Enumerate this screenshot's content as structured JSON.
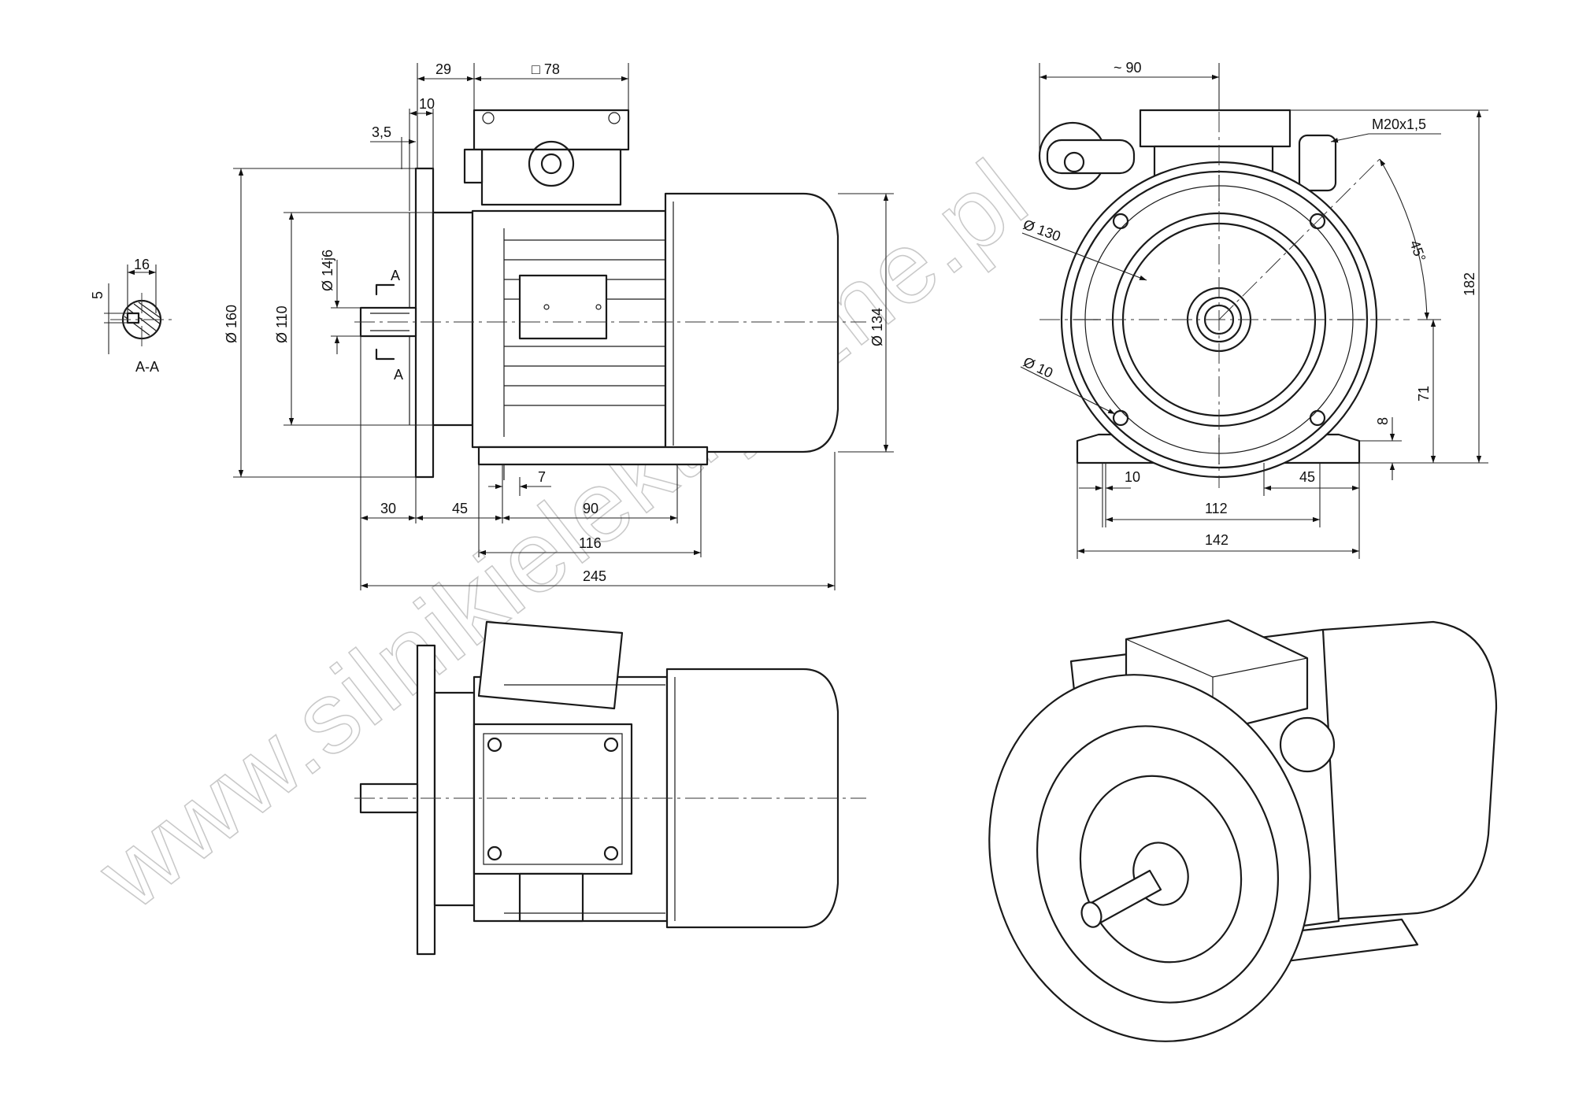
{
  "watermark": "www.silnikielektryczne.pl",
  "section": {
    "label": "A-A",
    "key_width": "16",
    "key_depth": "5",
    "cut_mark": "A"
  },
  "side_view": {
    "dims_top": [
      "29",
      "□ 78",
      "10",
      "3,5"
    ],
    "dims_left": [
      "Ø 160",
      "Ø 110",
      "Ø 14j6"
    ],
    "dims_right": [
      "Ø 134"
    ],
    "dims_bottom": [
      "7",
      "30",
      "45",
      "90",
      "116",
      "245"
    ]
  },
  "front_view": {
    "dims": [
      "~ 90",
      "M20x1,5",
      "45°",
      "Ø 130",
      "Ø 10",
      "182",
      "71",
      "8",
      "10",
      "45",
      "112",
      "142"
    ]
  }
}
